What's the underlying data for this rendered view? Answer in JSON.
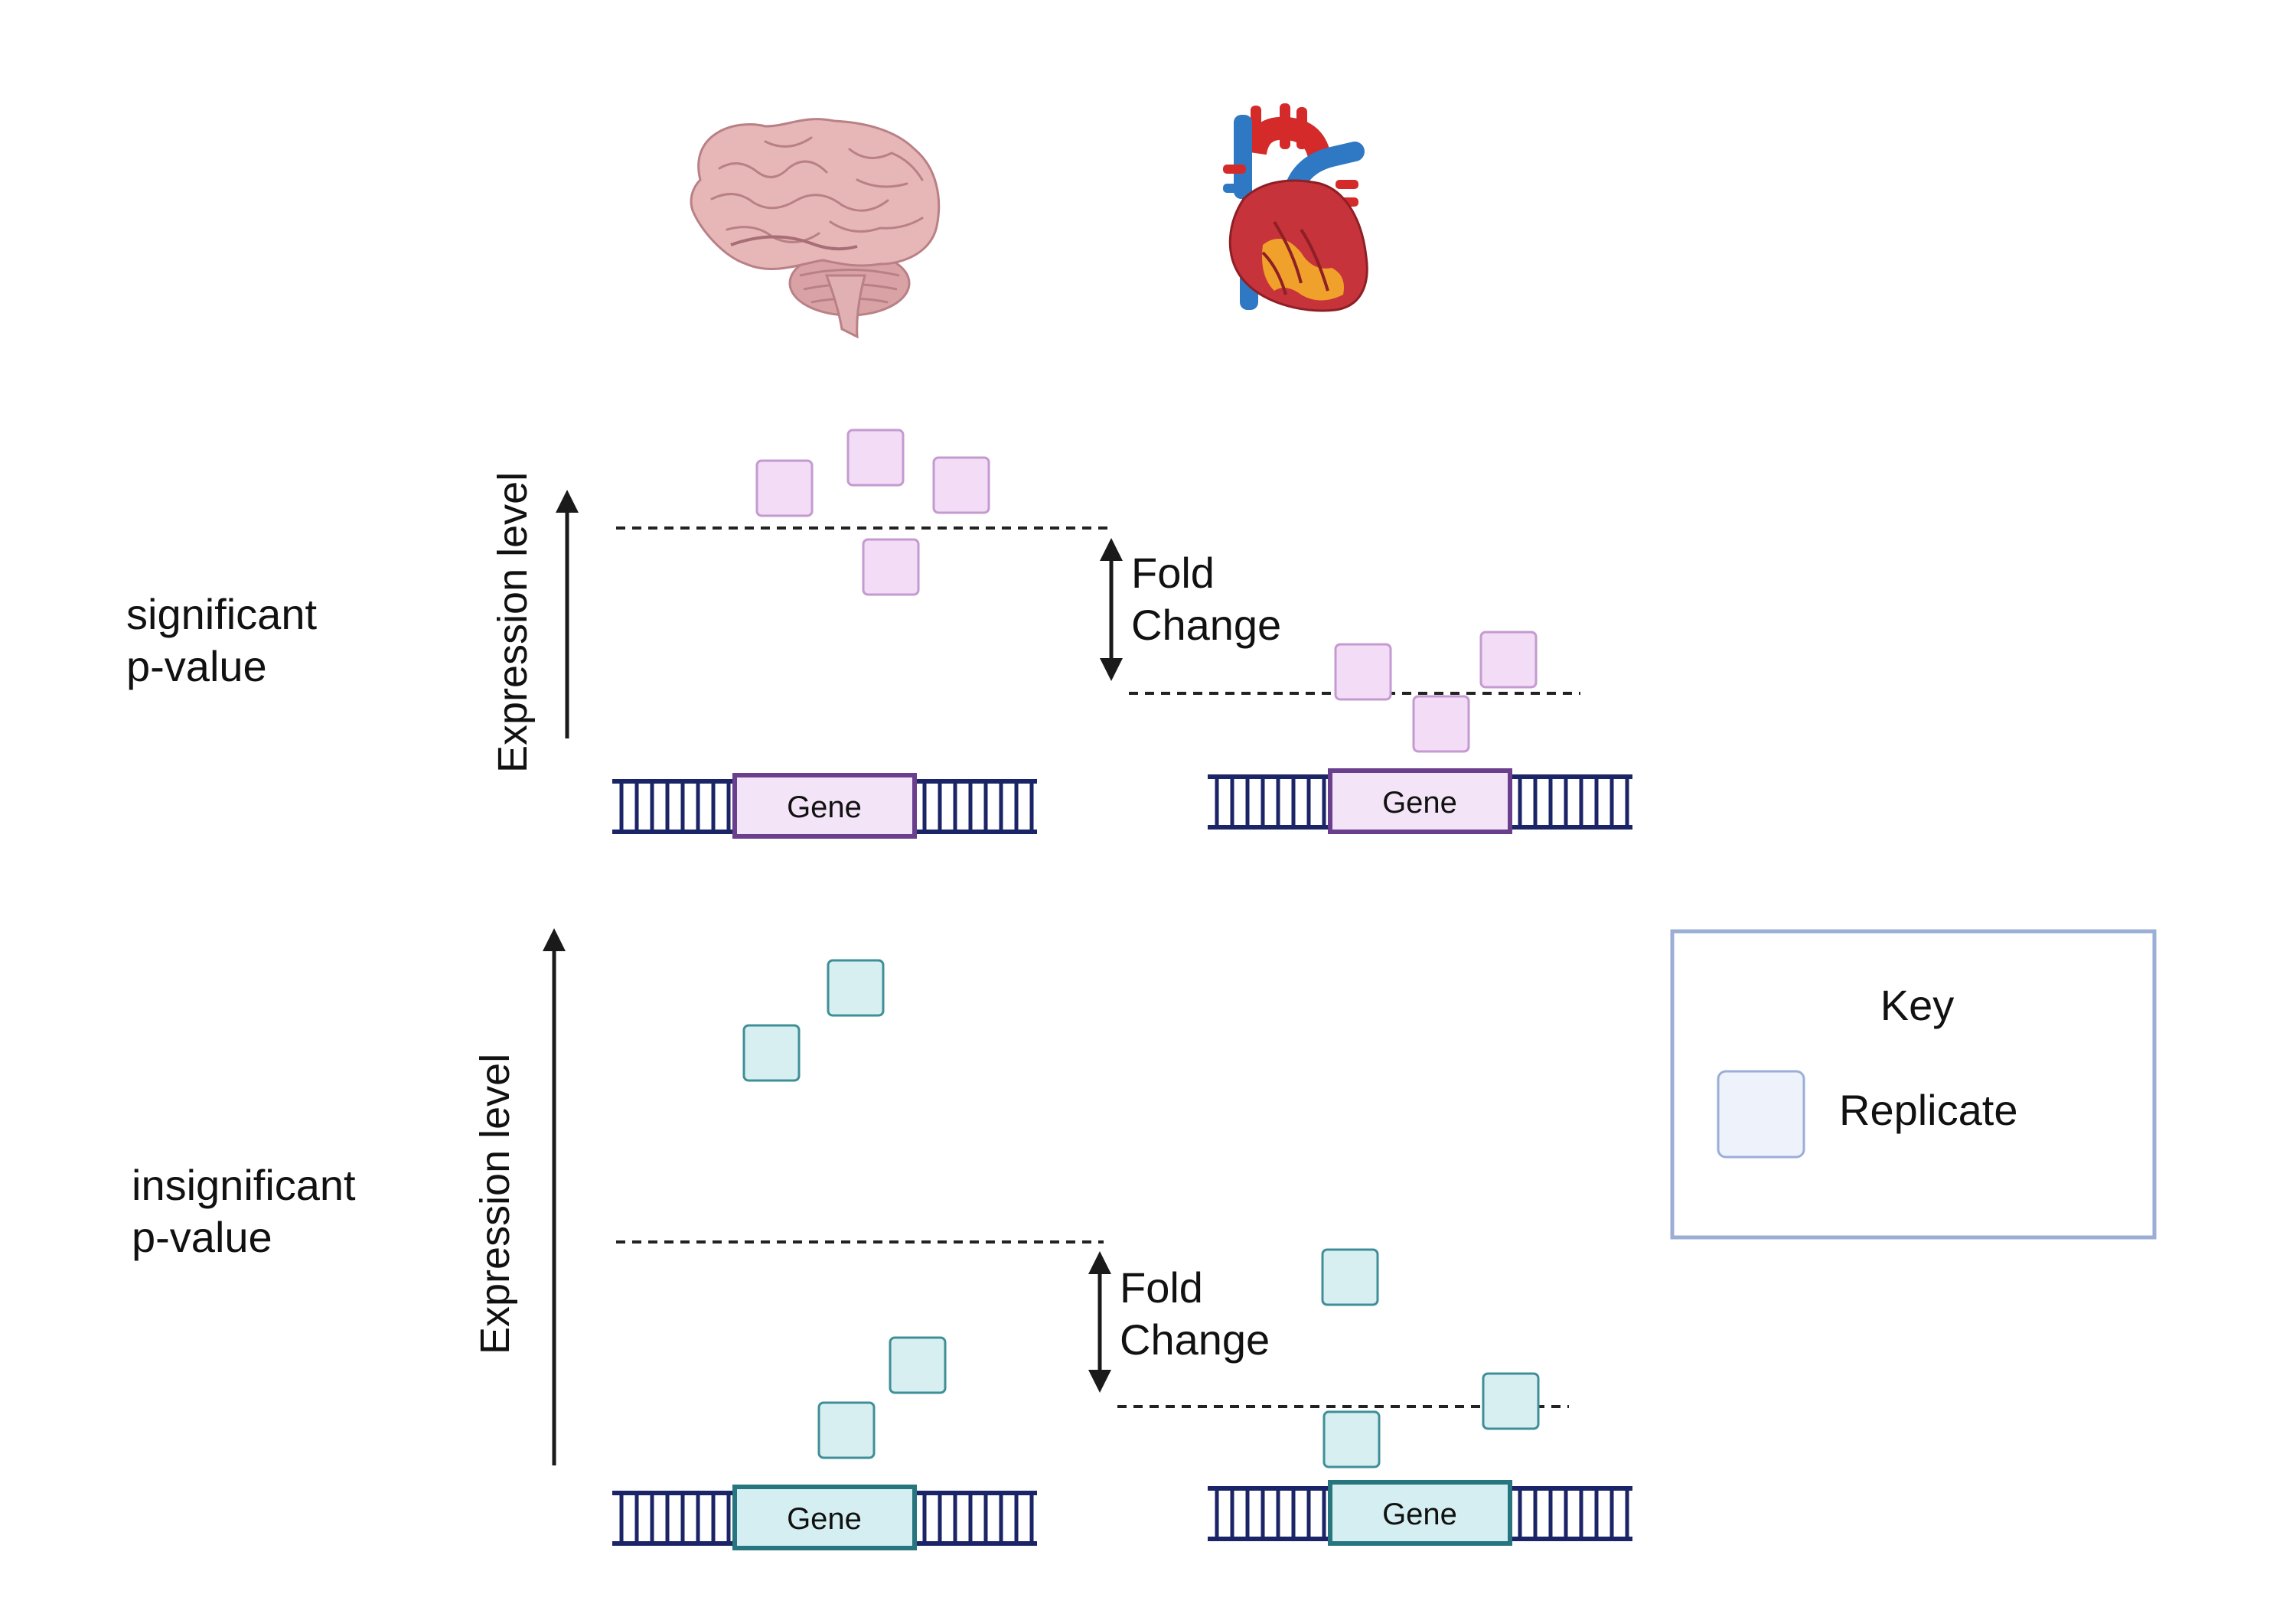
{
  "rows": [
    {
      "label_line1": "significant",
      "label_line2": "p-value",
      "axis_label": "Expression level",
      "fold_line1": "Fold",
      "fold_line2": "Change",
      "gene_left": "Gene",
      "gene_right": "Gene"
    },
    {
      "label_line1": "insignificant",
      "label_line2": "p-value",
      "axis_label": "Expression level",
      "fold_line1": "Fold",
      "fold_line2": "Change",
      "gene_left": "Gene",
      "gene_right": "Gene"
    }
  ],
  "key": {
    "title": "Key",
    "item_label": "Replicate"
  },
  "organs": {
    "left": "brain-illustration",
    "right": "heart-illustration"
  },
  "colors": {
    "pink_fill": "#f2dcf6",
    "pink_stroke": "#c59ad0",
    "purple_gene": "#6a3f8e",
    "blue_fill": "#d8eff2",
    "blue_stroke": "#3f8f98",
    "teal_gene": "#27757e",
    "dna_navy": "#1a2466",
    "key_border": "#9aaed6"
  }
}
